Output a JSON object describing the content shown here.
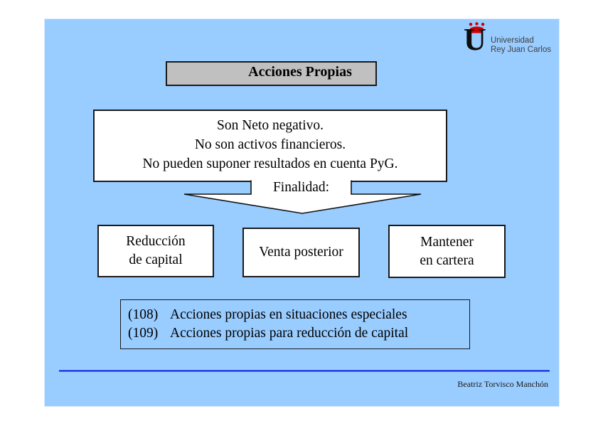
{
  "slide": {
    "logo": {
      "letter": "U",
      "line1": "Universidad",
      "line2": "Rey Juan Carlos"
    },
    "title": "Acciones Propias",
    "main_box": {
      "lines": [
        "Son Neto negativo.",
        "No son activos financieros.",
        "No pueden suponer resultados en cuenta PyG."
      ]
    },
    "arrow_label": "Finalidad:",
    "purpose_boxes": [
      {
        "lines": [
          "Reducción",
          "de capital"
        ]
      },
      {
        "lines": [
          "Venta posterior"
        ]
      },
      {
        "lines": [
          "Mantener",
          "en cartera"
        ]
      }
    ],
    "accounts_box": {
      "items": [
        {
          "code": "(108)",
          "label": "Acciones propias en situaciones especiales"
        },
        {
          "code": "(109)",
          "label": "Acciones propias para reducción de capital"
        }
      ]
    },
    "footer": {
      "author": "Beatriz Torvisco Manchón"
    },
    "colors": {
      "slide_background": "#99CCFF",
      "title_box_background": "#C0C0C0",
      "box_border": "#1a1a1a",
      "footer_line": "#0011cf",
      "crown_red": "#cc0000"
    }
  }
}
